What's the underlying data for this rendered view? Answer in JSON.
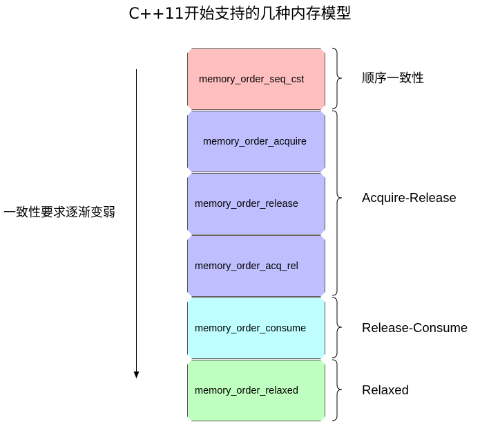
{
  "title": "C++11开始支持的几种内存模型",
  "side_label": "一致性要求逐渐变弱",
  "boxes": [
    {
      "label": "memory_order_seq_cst",
      "fill": "#ffbfbf"
    },
    {
      "label": "memory_order_acquire",
      "fill": "#bfbfff"
    },
    {
      "label": "memory_order_release",
      "fill": "#bfbfff"
    },
    {
      "label": "memory_order_acq_rel",
      "fill": "#bfbfff"
    },
    {
      "label": "memory_order_consume",
      "fill": "#bfffff"
    },
    {
      "label": "memory_order_relaxed",
      "fill": "#bfffbf"
    }
  ],
  "groups": [
    {
      "label": "顺序一致性"
    },
    {
      "label": "Acquire-Release"
    },
    {
      "label": "Release-Consume"
    },
    {
      "label": "Relaxed"
    }
  ],
  "colors": {
    "stroke": "#555555",
    "arrow": "#000000"
  }
}
